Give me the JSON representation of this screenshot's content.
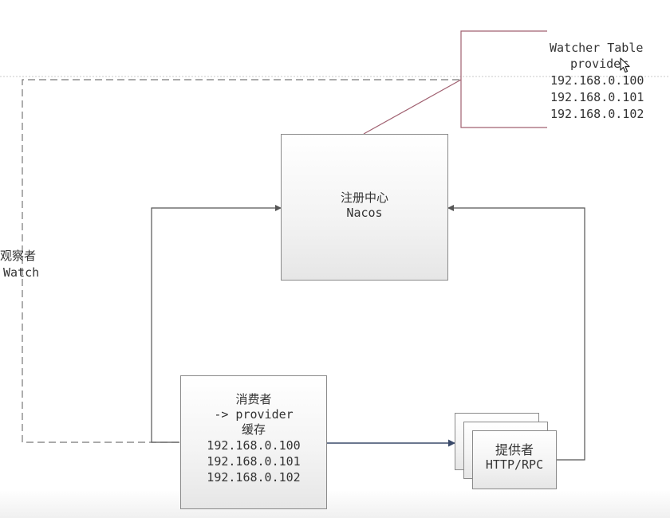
{
  "registry": {
    "title": "注册中心",
    "subtitle": "Nacos"
  },
  "watcher_table": {
    "title": "Watcher Table",
    "subtitle": "provider",
    "ips": [
      "192.168.0.100",
      "192.168.0.101",
      "192.168.0.102"
    ]
  },
  "watcher": {
    "label_cn": "观察者",
    "label_en": "Watch"
  },
  "consumer": {
    "title": "消费者",
    "line2": "-> provider",
    "line3": "缓存",
    "ips": [
      "192.168.0.100",
      "192.168.0.101",
      "192.168.0.102"
    ]
  },
  "provider": {
    "title": "提供者",
    "subtitle": "HTTP/RPC"
  },
  "colors": {
    "line": "#555555",
    "dashed": "#777777",
    "watcher_link": "#a06070",
    "arrow_blue": "#3a4a6a",
    "box_border": "#8a8a8a"
  },
  "icons": {
    "pointer": "mouse-pointer-icon"
  }
}
